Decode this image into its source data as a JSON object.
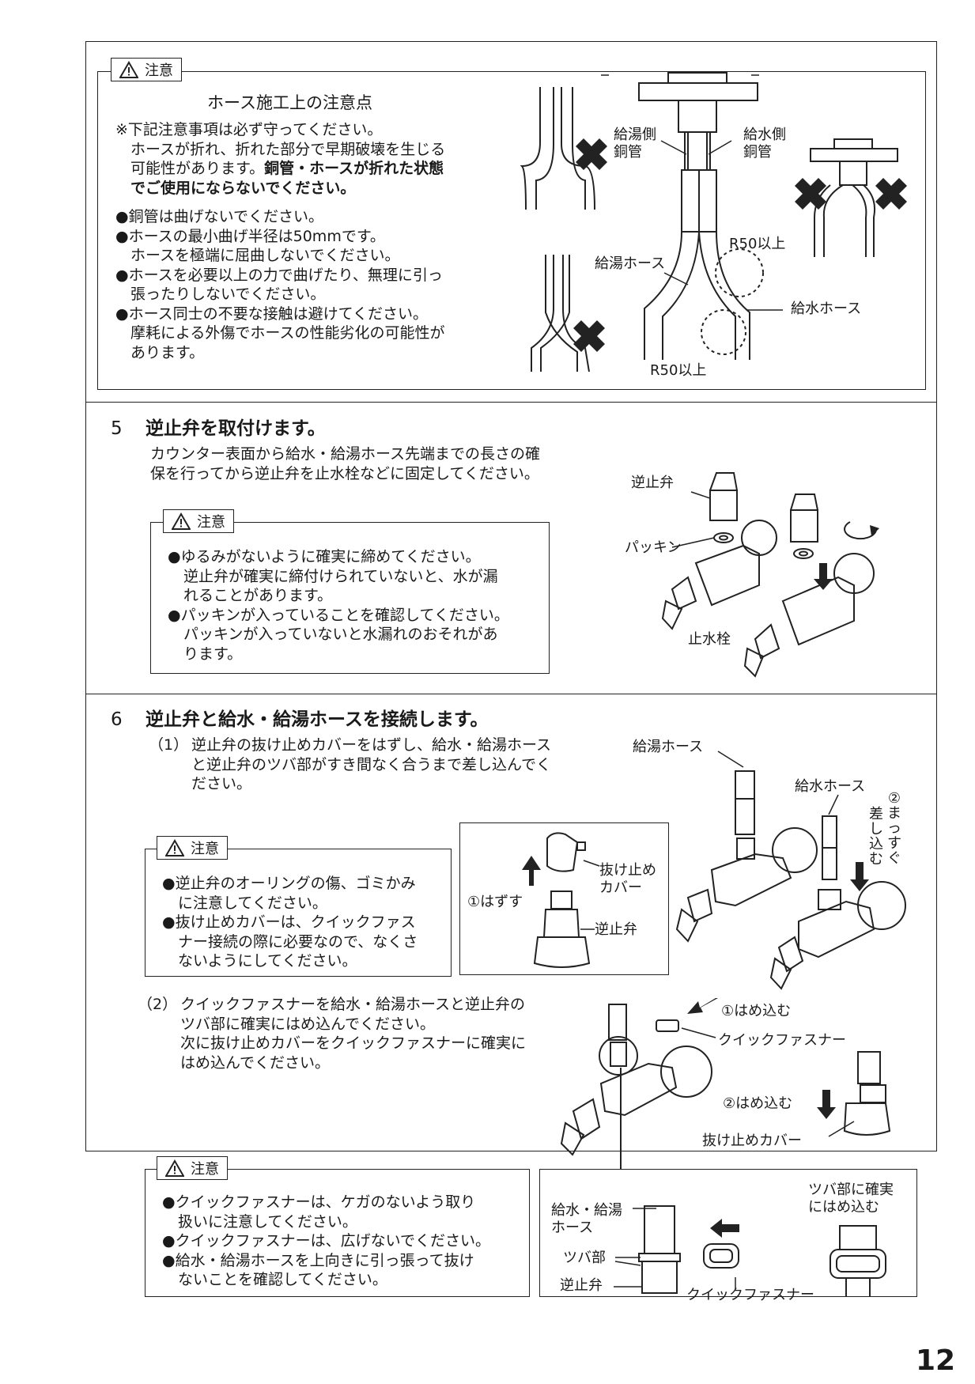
{
  "caution_label": "注意",
  "top_box": {
    "title": "ホース施工上の注意点",
    "note_l1": "※下記注意事項は必ず守ってください。",
    "note_l2": "ホースが折れ、折れた部分で早期破壊を生じる",
    "note_l3a": "可能性があります。",
    "note_l3b": "銅管・ホースが折れた状態",
    "note_l4": "でご使用にならないでください。",
    "bullets": [
      "●銅管は曲げないでください。",
      "●ホースの最小曲げ半径は50mmです。",
      "ホースを極端に屈曲しないでください。",
      "●ホースを必要以上の力で曲げたり、無理に引っ",
      "張ったりしないでください。",
      "●ホース同士の不要な接触は避けてください。",
      "摩耗による外傷でホースの性能劣化の可能性が",
      "あります。"
    ],
    "fig": {
      "hot_copper": [
        "給湯側",
        "銅管"
      ],
      "cold_copper": [
        "給水側",
        "銅管"
      ],
      "hot_hose": "給湯ホース",
      "cold_hose": "給水ホース",
      "r50_top": "R50以上",
      "r50_bottom": "R50以上"
    }
  },
  "step5": {
    "number": "5",
    "title": "逆止弁を取付けます。",
    "desc": [
      "カウンター表面から給水・給湯ホース先端までの長さの確",
      "保を行ってから逆止弁を止水栓などに固定してください。"
    ],
    "caution": [
      "●ゆるみがないように確実に締めてください。",
      "逆止弁が確実に締付けられていないと、水が漏",
      "れることがあります。",
      "●パッキンが入っていることを確認してください。",
      "パッキンが入っていないと水漏れのおそれがあ",
      "ります。"
    ],
    "fig": {
      "check_valve": "逆止弁",
      "packing": "パッキン",
      "stop_valve": "止水栓"
    }
  },
  "step6": {
    "number": "6",
    "title": "逆止弁と給水・給湯ホースを接続します。",
    "sub1_num": "（1）",
    "sub1": [
      "逆止弁の抜け止めカバーをはずし、給水・給湯ホース",
      "と逆止弁のツバ部がすき間なく合うまで差し込んでく",
      "ださい。"
    ],
    "caution1": [
      "●逆止弁のオーリングの傷、ゴミかみ",
      "に注意してください。",
      "●抜け止めカバーは、クイックファス",
      "ナー接続の際に必要なので、なくさ",
      "ないようにしてください。"
    ],
    "fig_cover": {
      "cover": [
        "抜け止め",
        "カバー"
      ],
      "remove": "①はずす",
      "check_valve": "逆止弁"
    },
    "fig_hoses": {
      "hot_hose": "給湯ホース",
      "cold_hose": "給水ホース",
      "straight": [
        "②",
        "ま",
        "っ",
        "す",
        "ぐ"
      ],
      "insert": [
        "差",
        "し",
        "込",
        "む"
      ]
    },
    "sub2_num": "（2）",
    "sub2": [
      "クイックファスナーを給水・給湯ホースと逆止弁の",
      "ツバ部に確実にはめ込んでください。",
      "次に抜け止めカバーをクイックファスナーに確実に",
      "はめ込んでください。"
    ],
    "fig_fastener": {
      "step1": "①はめ込む",
      "fastener": "クイックファスナー",
      "step2": "②はめ込む",
      "cover": "抜け止めカバー"
    },
    "caution2": [
      "●クイックファスナーは、ケガのないよう取り",
      "扱いに注意してください。",
      "●クイックファスナーは、広げないでください。",
      "●給水・給湯ホースを上向きに引っ張って抜け",
      "ないことを確認してください。"
    ],
    "fig_detail": {
      "hose": [
        "給水・給湯",
        "ホース"
      ],
      "flange": "ツバ部",
      "check_valve": "逆止弁",
      "fastener": "クイックファスナー",
      "fit": [
        "ツバ部に確実",
        "にはめ込む"
      ]
    }
  },
  "page_number": "12"
}
